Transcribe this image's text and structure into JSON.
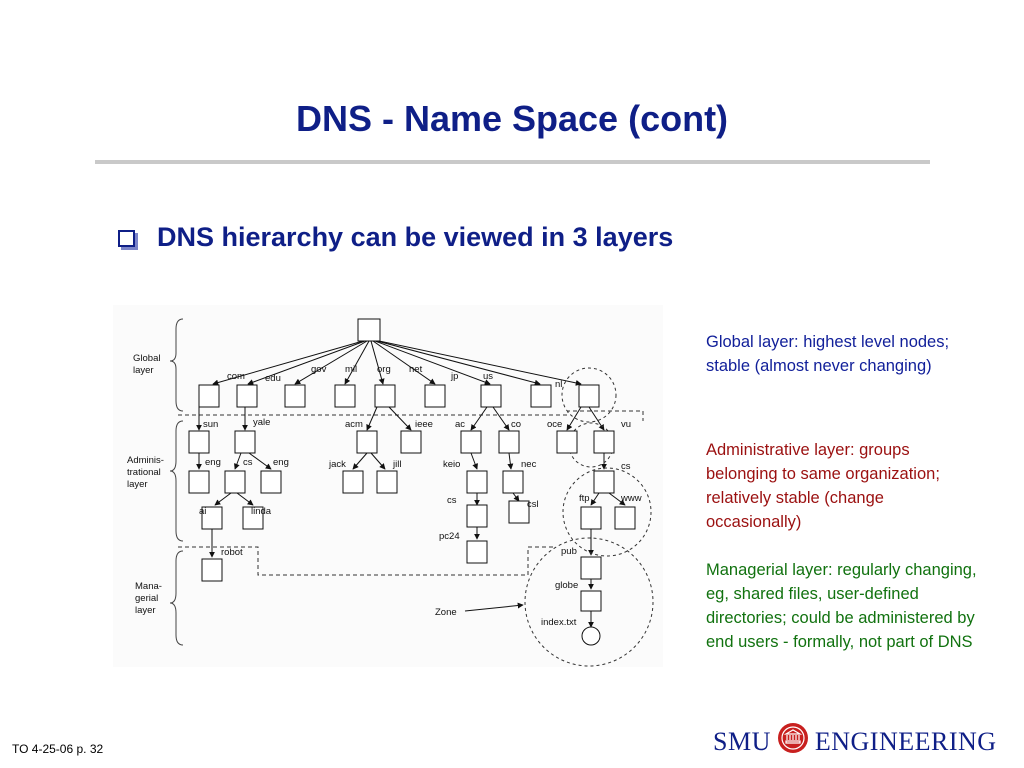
{
  "slide": {
    "title": "DNS - Name Space (cont)",
    "bullet": "DNS hierarchy can be viewed in 3 layers",
    "footer": "TO 4-25-06 p.  32"
  },
  "figure": {
    "layers": [
      [
        "Global",
        "layer"
      ],
      [
        "Adminis-",
        "trational",
        "layer"
      ],
      [
        "Mana-",
        "gerial",
        "layer"
      ]
    ],
    "labels": {
      "com": "com",
      "edu": "edu",
      "gov": "gov",
      "mil": "mil",
      "org": "org",
      "net": "net",
      "jp": "jp",
      "us": "us",
      "nl": "nl",
      "sun": "sun",
      "yale": "yale",
      "acm": "acm",
      "ieee": "ieee",
      "ac": "ac",
      "co": "co",
      "oce": "oce",
      "vu": "vu",
      "eng1": "eng",
      "cs1": "cs",
      "eng2": "eng",
      "jack": "jack",
      "jill": "jill",
      "keio": "keio",
      "nec": "nec",
      "cs2": "cs",
      "csl": "csl",
      "cs3": "cs",
      "ftp": "ftp",
      "www": "www",
      "ai": "ai",
      "linda": "linda",
      "pc24": "pc24",
      "robot": "robot",
      "pub": "pub",
      "globe": "globe",
      "index": "index.txt",
      "zone": "Zone"
    }
  },
  "notes": {
    "global": "Global layer: highest level nodes; stable (almost never changing)",
    "administrative": "Administrative layer: groups belonging to same organization; relatively stable (change occasionally)",
    "managerial": "Managerial layer: regularly changing, eg, shared files, user-defined directories; could be administered by end users - formally, not part of DNS"
  },
  "logo": {
    "left": "SMU",
    "right": "ENGINEERING",
    "colors": {
      "text": "#0f1f87",
      "seal": "#c8201f"
    }
  },
  "colors": {
    "title": "#0f1f87",
    "global_note": "#12209a",
    "admin_note": "#9b1010",
    "managerial_note": "#11720f"
  }
}
